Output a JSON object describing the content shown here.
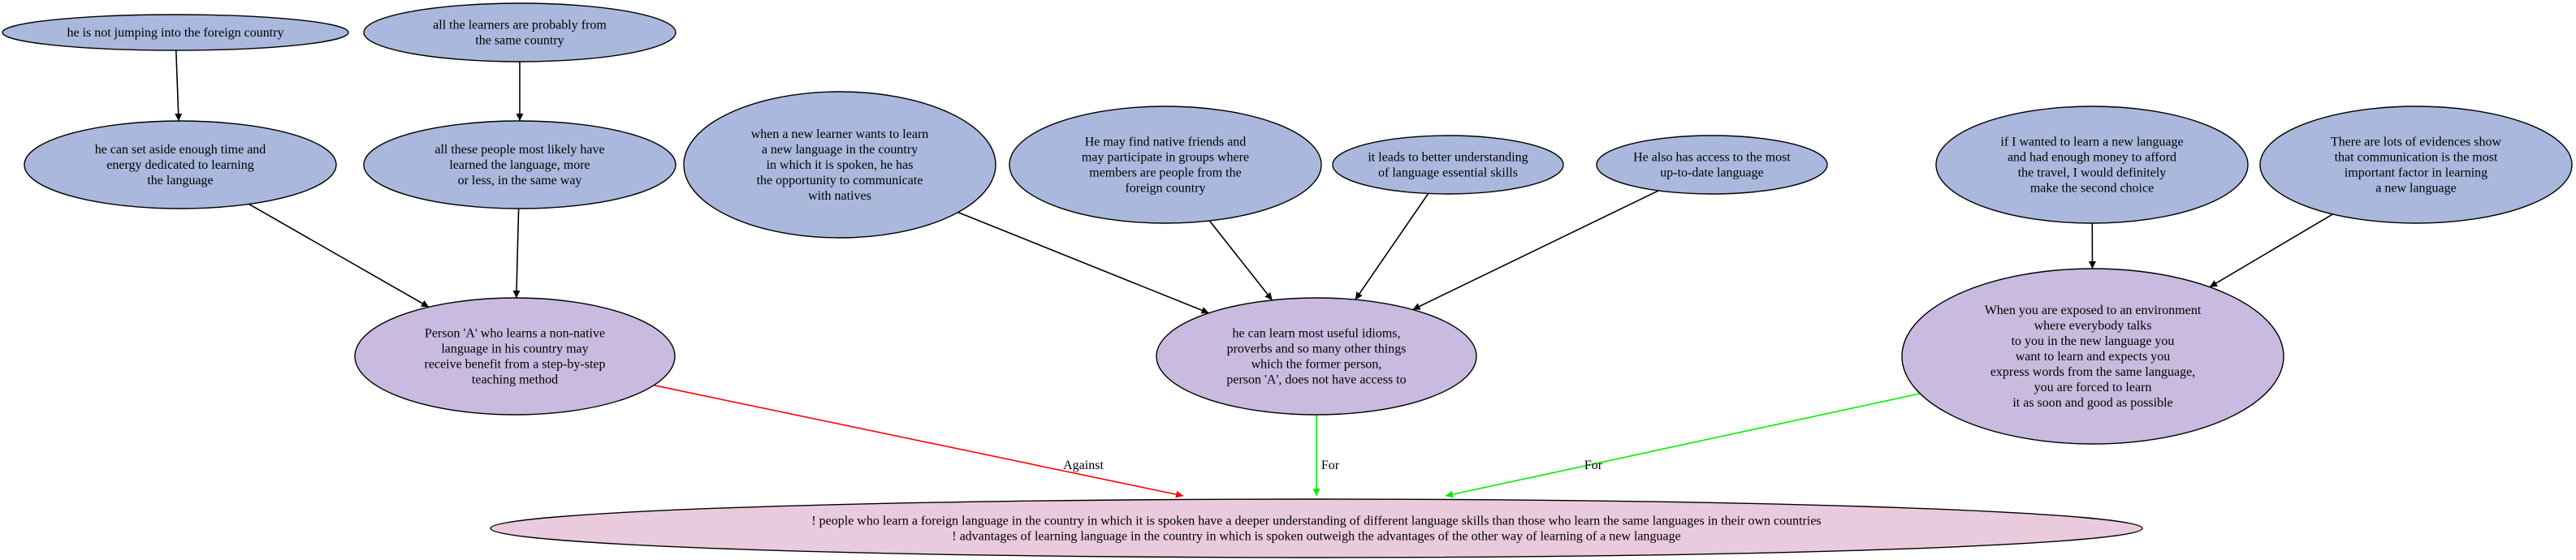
{
  "colors": {
    "premise": "#a9b8dc",
    "claim": "#c9bbdf",
    "root": "#eacbdd",
    "edge_default": "#000000",
    "edge_for": "#00ee00",
    "edge_against": "#ff0000"
  },
  "nodes": [
    {
      "id": "n1",
      "kind": "premise",
      "lines": [
        "he is not jumping into the foreign country"
      ]
    },
    {
      "id": "n2",
      "kind": "premise",
      "lines": [
        "all the learners are probably from",
        "the same country"
      ]
    },
    {
      "id": "n3",
      "kind": "premise",
      "lines": [
        "he can set aside enough time and",
        "energy dedicated to learning",
        "the language"
      ]
    },
    {
      "id": "n4",
      "kind": "premise",
      "lines": [
        "all these people most likely have",
        "learned the language, more",
        "or less, in the same way"
      ]
    },
    {
      "id": "n5",
      "kind": "premise",
      "lines": [
        "when a new learner wants to learn",
        "a new language in the country",
        "in which it is spoken, he has",
        "the opportunity to communicate",
        "with natives"
      ]
    },
    {
      "id": "n6",
      "kind": "premise",
      "lines": [
        "He may find native friends and",
        "may participate in groups where",
        "members are people from the",
        "foreign country"
      ]
    },
    {
      "id": "n7",
      "kind": "premise",
      "lines": [
        "it leads to better understanding",
        "of language essential skills"
      ]
    },
    {
      "id": "n8",
      "kind": "premise",
      "lines": [
        "He also has access to the most",
        "up-to-date language"
      ]
    },
    {
      "id": "n9",
      "kind": "premise",
      "lines": [
        "if I wanted to learn a new language",
        "and had enough money to afford",
        "the travel, I would definitely",
        "make the second choice"
      ]
    },
    {
      "id": "n10",
      "kind": "premise",
      "lines": [
        "There are lots of evidences show",
        "that communication is the most",
        "important factor in learning",
        "a new language"
      ]
    },
    {
      "id": "c1",
      "kind": "claim",
      "lines": [
        "Person 'A' who learns a non-native",
        "language in his country may",
        "receive benefit from a step-by-step",
        "teaching method"
      ]
    },
    {
      "id": "c2",
      "kind": "claim",
      "lines": [
        "he can learn most useful idioms,",
        "proverbs and so many other things",
        "which the former person,",
        "person 'A', does not have access to"
      ]
    },
    {
      "id": "c3",
      "kind": "claim",
      "lines": [
        "When you are exposed to an environment",
        "where everybody talks",
        "to you in the new language you",
        "want to learn and expects you",
        "express words from the same language,",
        "you are forced to learn",
        "it as soon and good as possible"
      ]
    },
    {
      "id": "root",
      "kind": "root",
      "lines": [
        "! people who learn a foreign language in the country in which it is spoken have a deeper understanding of different language skills than those who learn the same languages in their own countries",
        "! advantages of learning language in the country in which is spoken outweigh the advantages of the other way of learning of a new language"
      ]
    }
  ],
  "edges": [
    {
      "from": "n1",
      "to": "n3",
      "type": "default",
      "label": ""
    },
    {
      "from": "n2",
      "to": "n4",
      "type": "default",
      "label": ""
    },
    {
      "from": "n3",
      "to": "c1",
      "type": "default",
      "label": ""
    },
    {
      "from": "n4",
      "to": "c1",
      "type": "default",
      "label": ""
    },
    {
      "from": "n5",
      "to": "c2",
      "type": "default",
      "label": ""
    },
    {
      "from": "n6",
      "to": "c2",
      "type": "default",
      "label": ""
    },
    {
      "from": "n7",
      "to": "c2",
      "type": "default",
      "label": ""
    },
    {
      "from": "n8",
      "to": "c2",
      "type": "default",
      "label": ""
    },
    {
      "from": "n9",
      "to": "c3",
      "type": "default",
      "label": ""
    },
    {
      "from": "n10",
      "to": "c3",
      "type": "default",
      "label": ""
    },
    {
      "from": "c1",
      "to": "root",
      "type": "against",
      "label": "Against"
    },
    {
      "from": "c2",
      "to": "root",
      "type": "for",
      "label": "For"
    },
    {
      "from": "c3",
      "to": "root",
      "type": "for",
      "label": "For"
    }
  ]
}
